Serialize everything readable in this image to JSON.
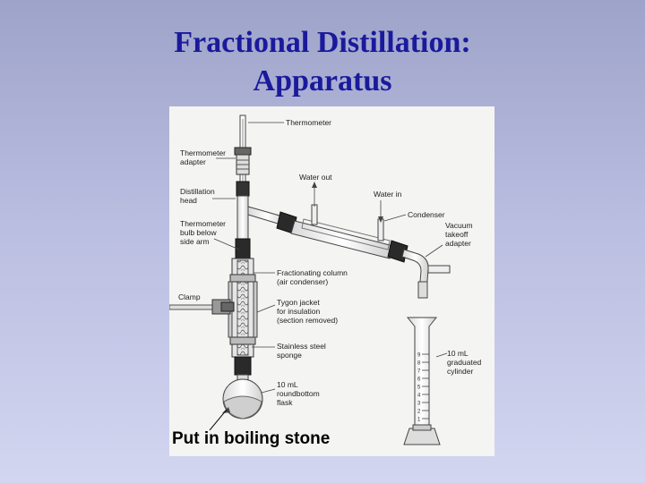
{
  "slide": {
    "title_line1": "Fractional Distillation:",
    "title_line2": "Apparatus"
  },
  "diagram": {
    "labels": {
      "thermometer": "Thermometer",
      "thermometer_adapter_1": "Thermometer",
      "thermometer_adapter_2": "adapter",
      "distillation_head_1": "Distillation",
      "distillation_head_2": "head",
      "bulb_1": "Thermometer",
      "bulb_2": "bulb below",
      "bulb_3": "side arm",
      "water_out": "Water out",
      "water_in": "Water in",
      "condenser": "Condenser",
      "vacuum_1": "Vacuum",
      "vacuum_2": "takeoff",
      "vacuum_3": "adapter",
      "column_1": "Fractionating column",
      "column_2": "(air condenser)",
      "clamp": "Clamp",
      "tygon_1": "Tygon jacket",
      "tygon_2": "for insulation",
      "tygon_3": "(section removed)",
      "sponge_1": "Stainless steel",
      "sponge_2": "sponge",
      "flask_1": "10 mL",
      "flask_2": "roundbottom",
      "flask_3": "flask",
      "cylinder_1": "10 mL",
      "cylinder_2": "graduated",
      "cylinder_3": "cylinder"
    },
    "cylinder_scale": [
      "9",
      "8",
      "7",
      "6",
      "5",
      "4",
      "3",
      "2",
      "1"
    ],
    "caption": "Put in boiling stone"
  }
}
